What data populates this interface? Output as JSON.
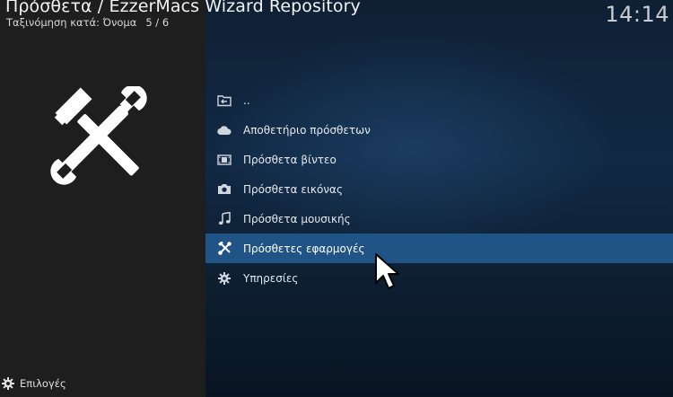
{
  "header": {
    "title": "Πρόσθετα / EzzerMacs Wizard Repository",
    "sort_label": "Ταξινόμηση κατά: Όνομα",
    "position": "5 / 6"
  },
  "clock": "14:14",
  "list": {
    "items": [
      {
        "label": "..",
        "icon": "folder-back-icon"
      },
      {
        "label": "Αποθετήριο πρόσθετων",
        "icon": "cloud-icon"
      },
      {
        "label": "Πρόσθετα βίντεο",
        "icon": "film-icon"
      },
      {
        "label": "Πρόσθετα εικόνας",
        "icon": "camera-icon"
      },
      {
        "label": "Πρόσθετα μουσικής",
        "icon": "music-note-icon"
      },
      {
        "label": "Πρόσθετες εφαρμογές",
        "icon": "tools-icon",
        "selected": true
      },
      {
        "label": "Υπηρεσίες",
        "icon": "gear-icon"
      }
    ]
  },
  "footer": {
    "options_label": "Επιλογές",
    "icon": "options-gear-icon"
  },
  "colors": {
    "selected_bg": "#215486",
    "left_panel_bg": "#1e1e1e"
  }
}
